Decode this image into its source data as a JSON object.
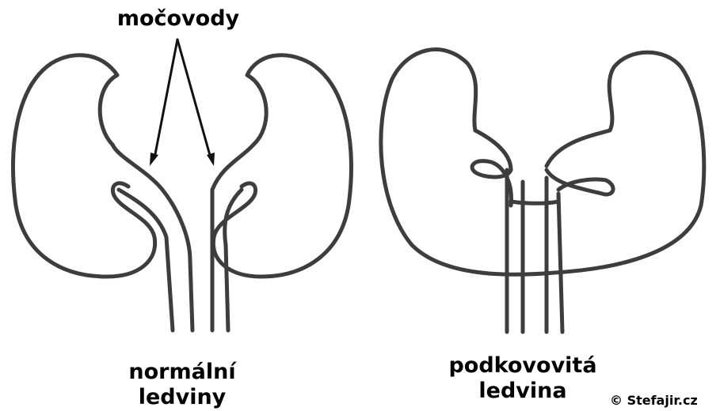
{
  "labels": {
    "ureters": "močovody",
    "normal_line1": "normální",
    "normal_line2": "ledviny",
    "horseshoe_line1": "podkovovitá",
    "horseshoe_line2": "ledvina",
    "copyright": "© Stefajir.cz"
  },
  "colors": {
    "outline": "#3d3d3d",
    "text": "#000000",
    "background": "#ffffff"
  }
}
